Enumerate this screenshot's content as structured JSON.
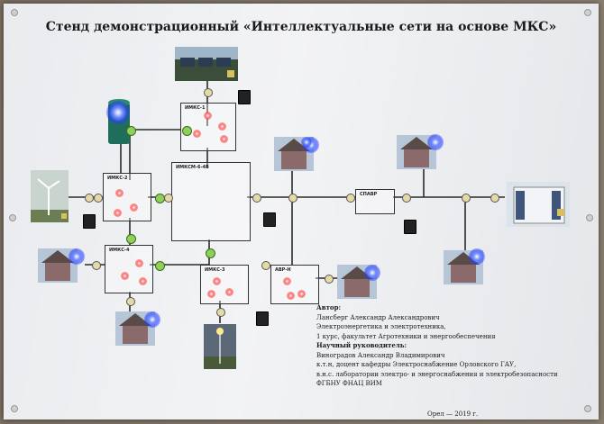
{
  "title": "Стенд демонстрационный «Интеллектуальные сети на основе МКС»",
  "boxes": {
    "imks1": "ИМКС-1",
    "imks2": "ИМКС-2",
    "imks3": "ИМКС-3",
    "imks4": "ИМКС-4",
    "imks_main": "ИМКСМ-6-4В",
    "avr": "АВР-Н",
    "spavr": "СПАВР"
  },
  "author_heading": "Автор:",
  "author_lines": [
    "Лансберг Александр Александрович",
    "Электроэнергетика и электротехника,",
    "1 курс, факультет Агротехники и энергообеспечения"
  ],
  "advisor_heading": "Научный руководитель:",
  "advisor_lines": [
    "Виноградов Александр Владимирович",
    "к.т.н, доцент кафедры Электроснабжение Орловского ГАУ,",
    "в.н.с. лаборатории электро- и энергоснабжения и электробезопасности",
    "ФГБНУ ФНАЦ ВИМ"
  ],
  "footer": "Орел — 2019 г."
}
